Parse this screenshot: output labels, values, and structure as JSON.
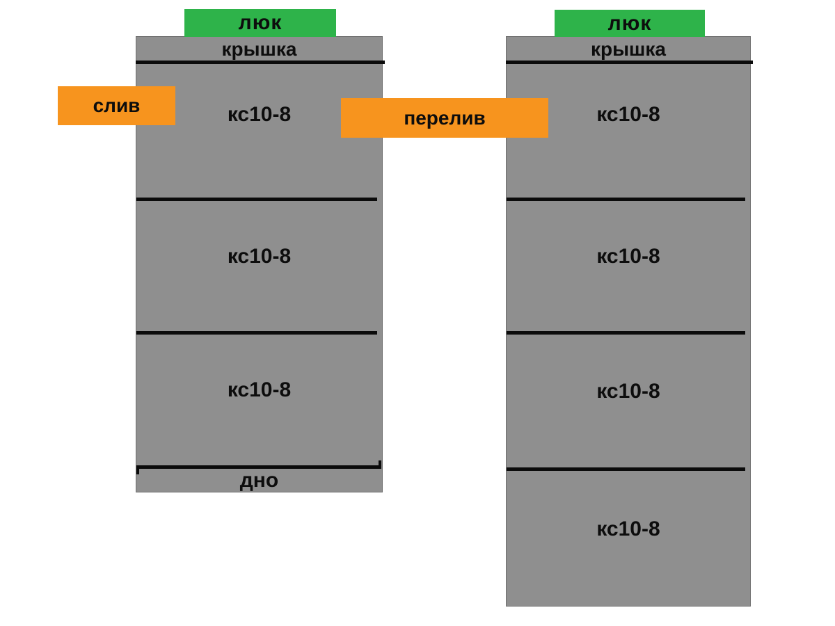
{
  "colors": {
    "gray": "#8f8f8f",
    "gray-border": "#6f6f6f",
    "green": "#2eb34a",
    "orange": "#f7941e",
    "line": "#0b0b0b",
    "text": "#0d0d0d"
  },
  "left_column": {
    "hatch_label": "люк",
    "cover_label": "крышка",
    "rings": [
      "кс10-8",
      "кс10-8",
      "кс10-8"
    ],
    "bottom_label": "дно"
  },
  "right_column": {
    "hatch_label": "люк",
    "cover_label": "крышка",
    "rings": [
      "кс10-8",
      "кс10-8",
      "кс10-8",
      "кс10-8"
    ]
  },
  "callouts": {
    "drain_label": "слив",
    "overflow_label": "перелив"
  }
}
